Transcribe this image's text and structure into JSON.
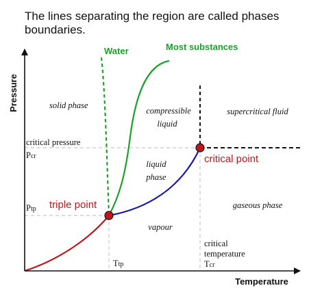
{
  "caption": "The lines separating the region are called phases boundaries.",
  "axes": {
    "xlabel": "Temperature",
    "ylabel": "Pressure"
  },
  "curves": {
    "water": "Water",
    "most": "Most substances"
  },
  "regions": {
    "solid": "solid phase",
    "compressible_1": "compressible",
    "compressible_2": "liquid",
    "supercritical": "supercritical fluid",
    "liquid_1": "liquid",
    "liquid_2": "phase",
    "gaseous": "gaseous phase",
    "vapour": "vapour"
  },
  "points": {
    "critical": "critical point",
    "triple": "triple point"
  },
  "labels": {
    "critical_pressure": "critical pressure",
    "p_cr_main": "P",
    "p_cr_sub": "cr",
    "p_tp_main": "P",
    "p_tp_sub": "tp",
    "t_tp_main": "T",
    "t_tp_sub": "tp",
    "crit_temp_1": "critical",
    "crit_temp_2": "temperature",
    "t_cr_main": "T",
    "t_cr_sub": "cr"
  },
  "colors": {
    "water": "#1aa12a",
    "most": "#1aa12a",
    "sublimation": "#c0151b",
    "vaporization": "#1a1aa8",
    "point_fill": "#c0151b",
    "point_label": "#c0151b",
    "guide": "#c8c8c8",
    "axis": "#111111"
  }
}
